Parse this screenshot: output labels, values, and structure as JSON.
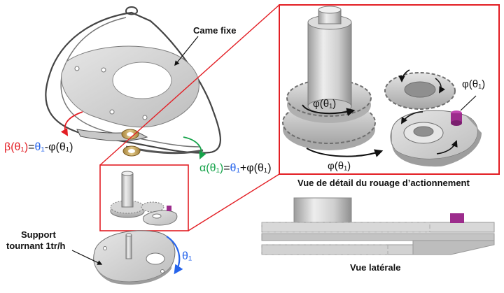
{
  "labels": {
    "came_fixe": "Came fixe",
    "detail_title": "Vue de détail du rouage d’actionnement",
    "lateral_title": "Vue latérale",
    "support_line1": "Support",
    "support_line2": "tournant 1tr/h",
    "theta1": "θ₁"
  },
  "formulas": {
    "beta": {
      "lhs": "β(θ₁)",
      "eq": "=",
      "t": "θ₁",
      "op": "-",
      "phi": "φ(θ₁)"
    },
    "alpha": {
      "lhs": "α(θ₁)",
      "eq": "=",
      "t": "θ₁",
      "op": "+",
      "phi": "φ(θ₁)"
    }
  },
  "detail_annotations": {
    "phi_pin": "φ(θ₁)",
    "phi_shaft": "φ(θ₁)",
    "phi_bottom": "φ(θ₁)"
  },
  "colors": {
    "frame_red": "#e31e24",
    "beta_red": "#e31e24",
    "alpha_green": "#16a34a",
    "theta_blue": "#2563eb",
    "pin_purple": "#9c2c8c",
    "metal_light": "#d9d9d9",
    "metal_dark": "#9a9a9a"
  }
}
